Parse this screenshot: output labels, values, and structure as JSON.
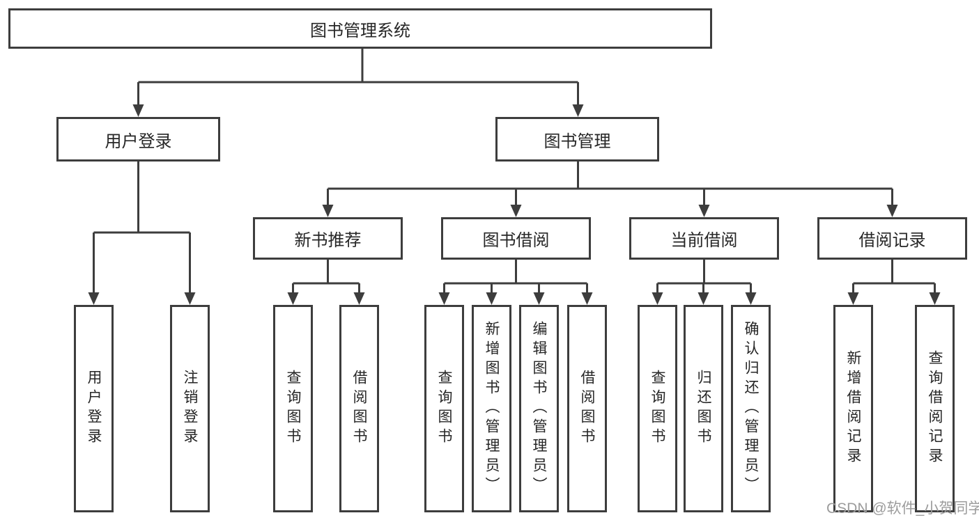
{
  "diagram": {
    "title": "图书管理系统",
    "nodes": {
      "root": "图书管理系统",
      "level2": [
        "用户登录",
        "图书管理"
      ],
      "level3": [
        "新书推荐",
        "图书借阅",
        "当前借阅",
        "借阅记录"
      ],
      "leaves": [
        "用户登录",
        "注销登录",
        "查询图书",
        "借阅图书",
        "查询图书",
        "新增图书（管理员）",
        "编辑图书（管理员）",
        "借阅图书",
        "查询图书",
        "归还图书",
        "确认归还（管理员）",
        "新增借阅记录",
        "查询借阅记录"
      ]
    },
    "colors": {
      "line": "#3d3d3d",
      "text": "#262626",
      "background": "#ffffff",
      "watermark_color": "#9c9c9c"
    }
  },
  "watermark": "CSDN @软件_小贺同学"
}
